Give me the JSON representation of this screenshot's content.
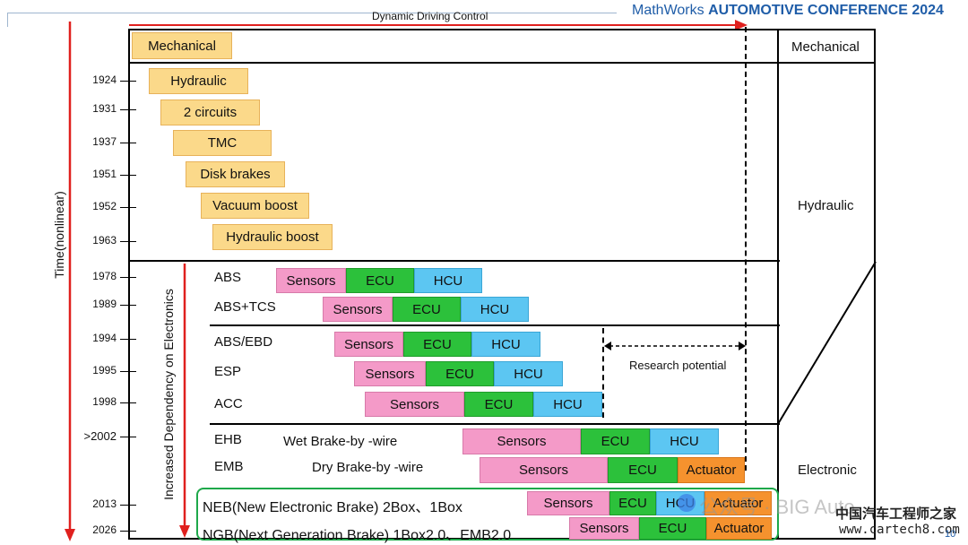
{
  "header": {
    "brand_light": "MathWorks",
    "brand_bold": "AUTOMOTIVE CONFERENCE 2024",
    "top_arrow_label": "Dynamic Driving Control",
    "page_number": "10"
  },
  "axes": {
    "time_label": "Time(nonlinear)",
    "electronics_label": "Increased Dependency on Electronics"
  },
  "years": [
    "1924",
    "1931",
    "1937",
    "1951",
    "1952",
    "1963",
    "1978",
    "1989",
    "1994",
    "1995",
    "1998",
    ">2002",
    "2013",
    "2026"
  ],
  "eras": {
    "mechanical": "Mechanical",
    "hydraulic": [
      "Hydraulic",
      "2 circuits",
      "TMC",
      "Disk brakes",
      "Vacuum boost",
      "Hydraulic boost"
    ]
  },
  "right_column": [
    "Mechanical",
    "Hydraulic",
    "Electronic"
  ],
  "systems": [
    {
      "name": "ABS"
    },
    {
      "name": "ABS+TCS"
    },
    {
      "name": "ABS/EBD"
    },
    {
      "name": "ESP"
    },
    {
      "name": "ACC"
    },
    {
      "name": "EHB",
      "desc": "Wet Brake-by -wire"
    },
    {
      "name": "EMB",
      "desc": "Dry Brake-by -wire"
    }
  ],
  "components": {
    "sensors": "Sensors",
    "ecu": "ECU",
    "hcu": "HCU",
    "actuator": "Actuator"
  },
  "research_label": "Research potential",
  "future": {
    "neb": "NEB(New Electronic Brake) 2Box、1Box",
    "ngb": "NGB(Next Generation Brake) 1Box2.0、EMB2.0"
  },
  "watermark": {
    "wechat": "公众号 · BIG Auto",
    "site_cn": "中国汽车工程师之家",
    "site_url": "www.cartech8.com"
  },
  "colors": {
    "title_blue": "#1f5da8",
    "arrow_red": "#e0201e",
    "frame_green": "#1ea84a"
  }
}
